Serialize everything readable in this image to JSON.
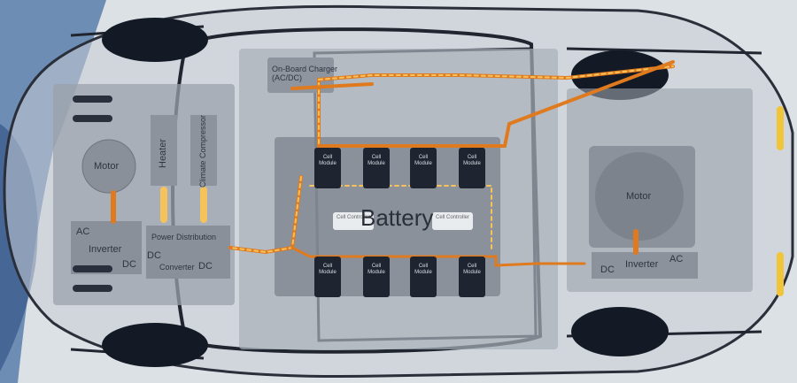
{
  "labels": {
    "charger": "On-Board Charger\n(AC/DC)",
    "motor_left": "Motor",
    "motor_right": "Motor",
    "heater": "Heater",
    "compressor": "Climate Compressor",
    "power_distribution": "Power Distribution",
    "converter": "Converter",
    "inverter_left": "Inverter",
    "inverter_right": "Inverter",
    "ac_left": "AC",
    "dc_left_inv": "DC",
    "dc_conv_left": "DC",
    "dc_conv_right": "DC",
    "ac_right": "AC",
    "dc_right": "DC",
    "battery": "Battery",
    "cell_module": "Cell Module",
    "cell_controller": "Cell Controller"
  },
  "colors": {
    "cable": "#e07a1f",
    "cable_dash": "#f6c35a",
    "panel": "#9aa1ab",
    "cell": "#1f2530"
  }
}
